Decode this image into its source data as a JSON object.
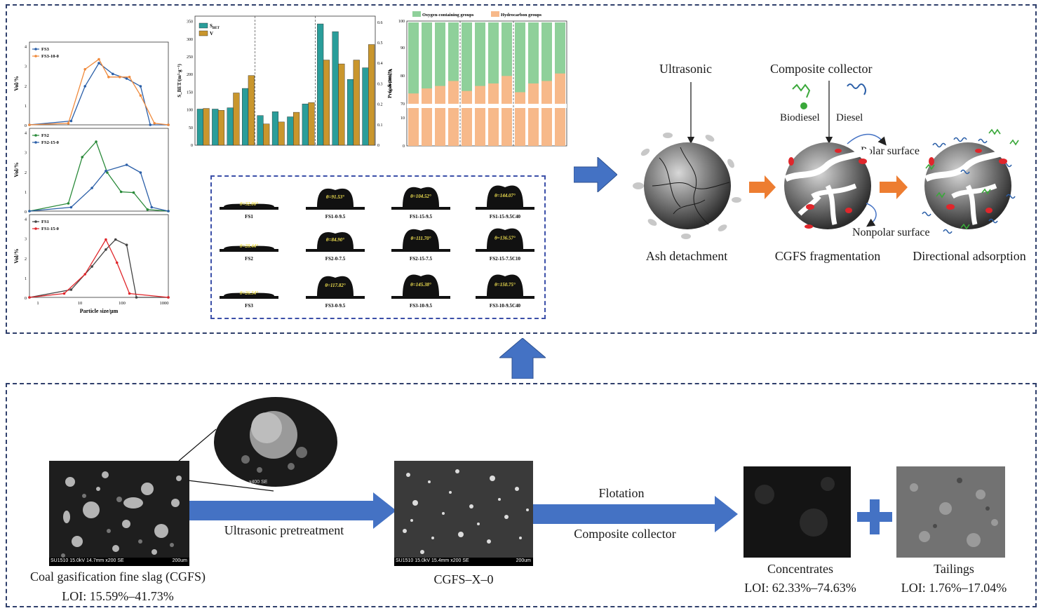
{
  "top_panel": {
    "psd": {
      "xlabel": "Particle size/μm",
      "ylabel": "Vol/%",
      "x_ticks": [
        "1",
        "10",
        "100",
        "1000"
      ],
      "y_ticks": [
        "0",
        "1",
        "2",
        "3",
        "4"
      ],
      "panels": [
        {
          "legend": [
            "FS3",
            "FS3-10-0"
          ],
          "colors": [
            "#2b5fa8",
            "#f08a3c"
          ]
        },
        {
          "legend": [
            "FS2",
            "FS2-15-0"
          ],
          "colors": [
            "#2a8a3a",
            "#2b5fa8"
          ]
        },
        {
          "legend": [
            "FS1",
            "FS1-15-0"
          ],
          "colors": [
            "#444444",
            "#e0262b"
          ]
        }
      ]
    },
    "bet": {
      "legend_s": "S",
      "legend_s_sub": "BET",
      "legend_v": "V",
      "ylabel_left": "S_BET/(m²·g⁻¹)",
      "ylabel_right": "V/(cm³·g⁻¹)",
      "left_ticks": [
        "0",
        "50",
        "100",
        "150",
        "200",
        "250",
        "300",
        "350"
      ],
      "right_ticks": [
        "0",
        "0.1",
        "0.2",
        "0.3",
        "0.4",
        "0.5",
        "0.6"
      ],
      "colors": {
        "s": "#2a9d9a",
        "v": "#c9962d"
      }
    },
    "ftir": {
      "legend": [
        "Oxygen-containing groups",
        "Hydrocarbon groups"
      ],
      "colors": {
        "oxygen": "#8fd09a",
        "hydro": "#f7b98a"
      },
      "ylabel": "Proportion/%",
      "y_ticks": [
        "0",
        "10",
        "70",
        "80",
        "90",
        "100"
      ]
    },
    "contact_angles": [
      {
        "name": "FS1",
        "angle": "θ=32.06°"
      },
      {
        "name": "FS1-0-9.5",
        "angle": "θ=91.53°"
      },
      {
        "name": "FS1-15-9.5",
        "angle": "θ=104.52°"
      },
      {
        "name": "FS1-15-9.5C40",
        "angle": "θ=144.07°"
      },
      {
        "name": "FS2",
        "angle": "θ=28.44°"
      },
      {
        "name": "FS2-0-7.5",
        "angle": "θ=84.90°"
      },
      {
        "name": "FS2-15-7.5",
        "angle": "θ=111.70°"
      },
      {
        "name": "FS2-15-7.5C10",
        "angle": "θ=136.57°"
      },
      {
        "name": "FS3",
        "angle": "θ=26.54°"
      },
      {
        "name": "FS3-0-9.5",
        "angle": "θ=117.82°"
      },
      {
        "name": "FS3-10-9.5",
        "angle": "θ=145.38°"
      },
      {
        "name": "FS3-10-9.5C40",
        "angle": "θ=150.75°"
      }
    ],
    "mechanism": {
      "ultrasonic": "Ultrasonic",
      "composite_collector": "Composite collector",
      "biodiesel": "Biodiesel",
      "diesel": "Diesel",
      "polar_surface": "Polar surface",
      "nonpolar_surface": "Nonpolar surface",
      "step1": "Ash detachment",
      "step2": "CGFS fragmentation",
      "step3": "Directional adsorption"
    }
  },
  "bottom_panel": {
    "raw_label": "Coal gasification fine slag (CGFS)",
    "raw_loi": "LOI: 15.59%–41.73%",
    "sem1_caption": "SU1510 15.0kV 14.7mm x200 SE",
    "sem1_scale": "200um",
    "sem_zoom_caption": "x400 SE",
    "arrow1_label": "Ultrasonic pretreatment",
    "mid_label": "CGFS–X–0",
    "sem2_caption": "SU1510 15.0kV 15.4mm x200 SE",
    "sem2_scale": "200um",
    "arrow2_label_top": "Flotation",
    "arrow2_label_bottom": "Composite collector",
    "concentrates": "Concentrates",
    "concentrates_loi": "LOI: 62.33%–74.63%",
    "tailings": "Tailings",
    "tailings_loi": "LOI: 1.76%–17.04%"
  },
  "colors": {
    "arrow_blue": "#4472c4",
    "arrow_orange": "#ed7d31",
    "frame": "#2f3f6b"
  }
}
